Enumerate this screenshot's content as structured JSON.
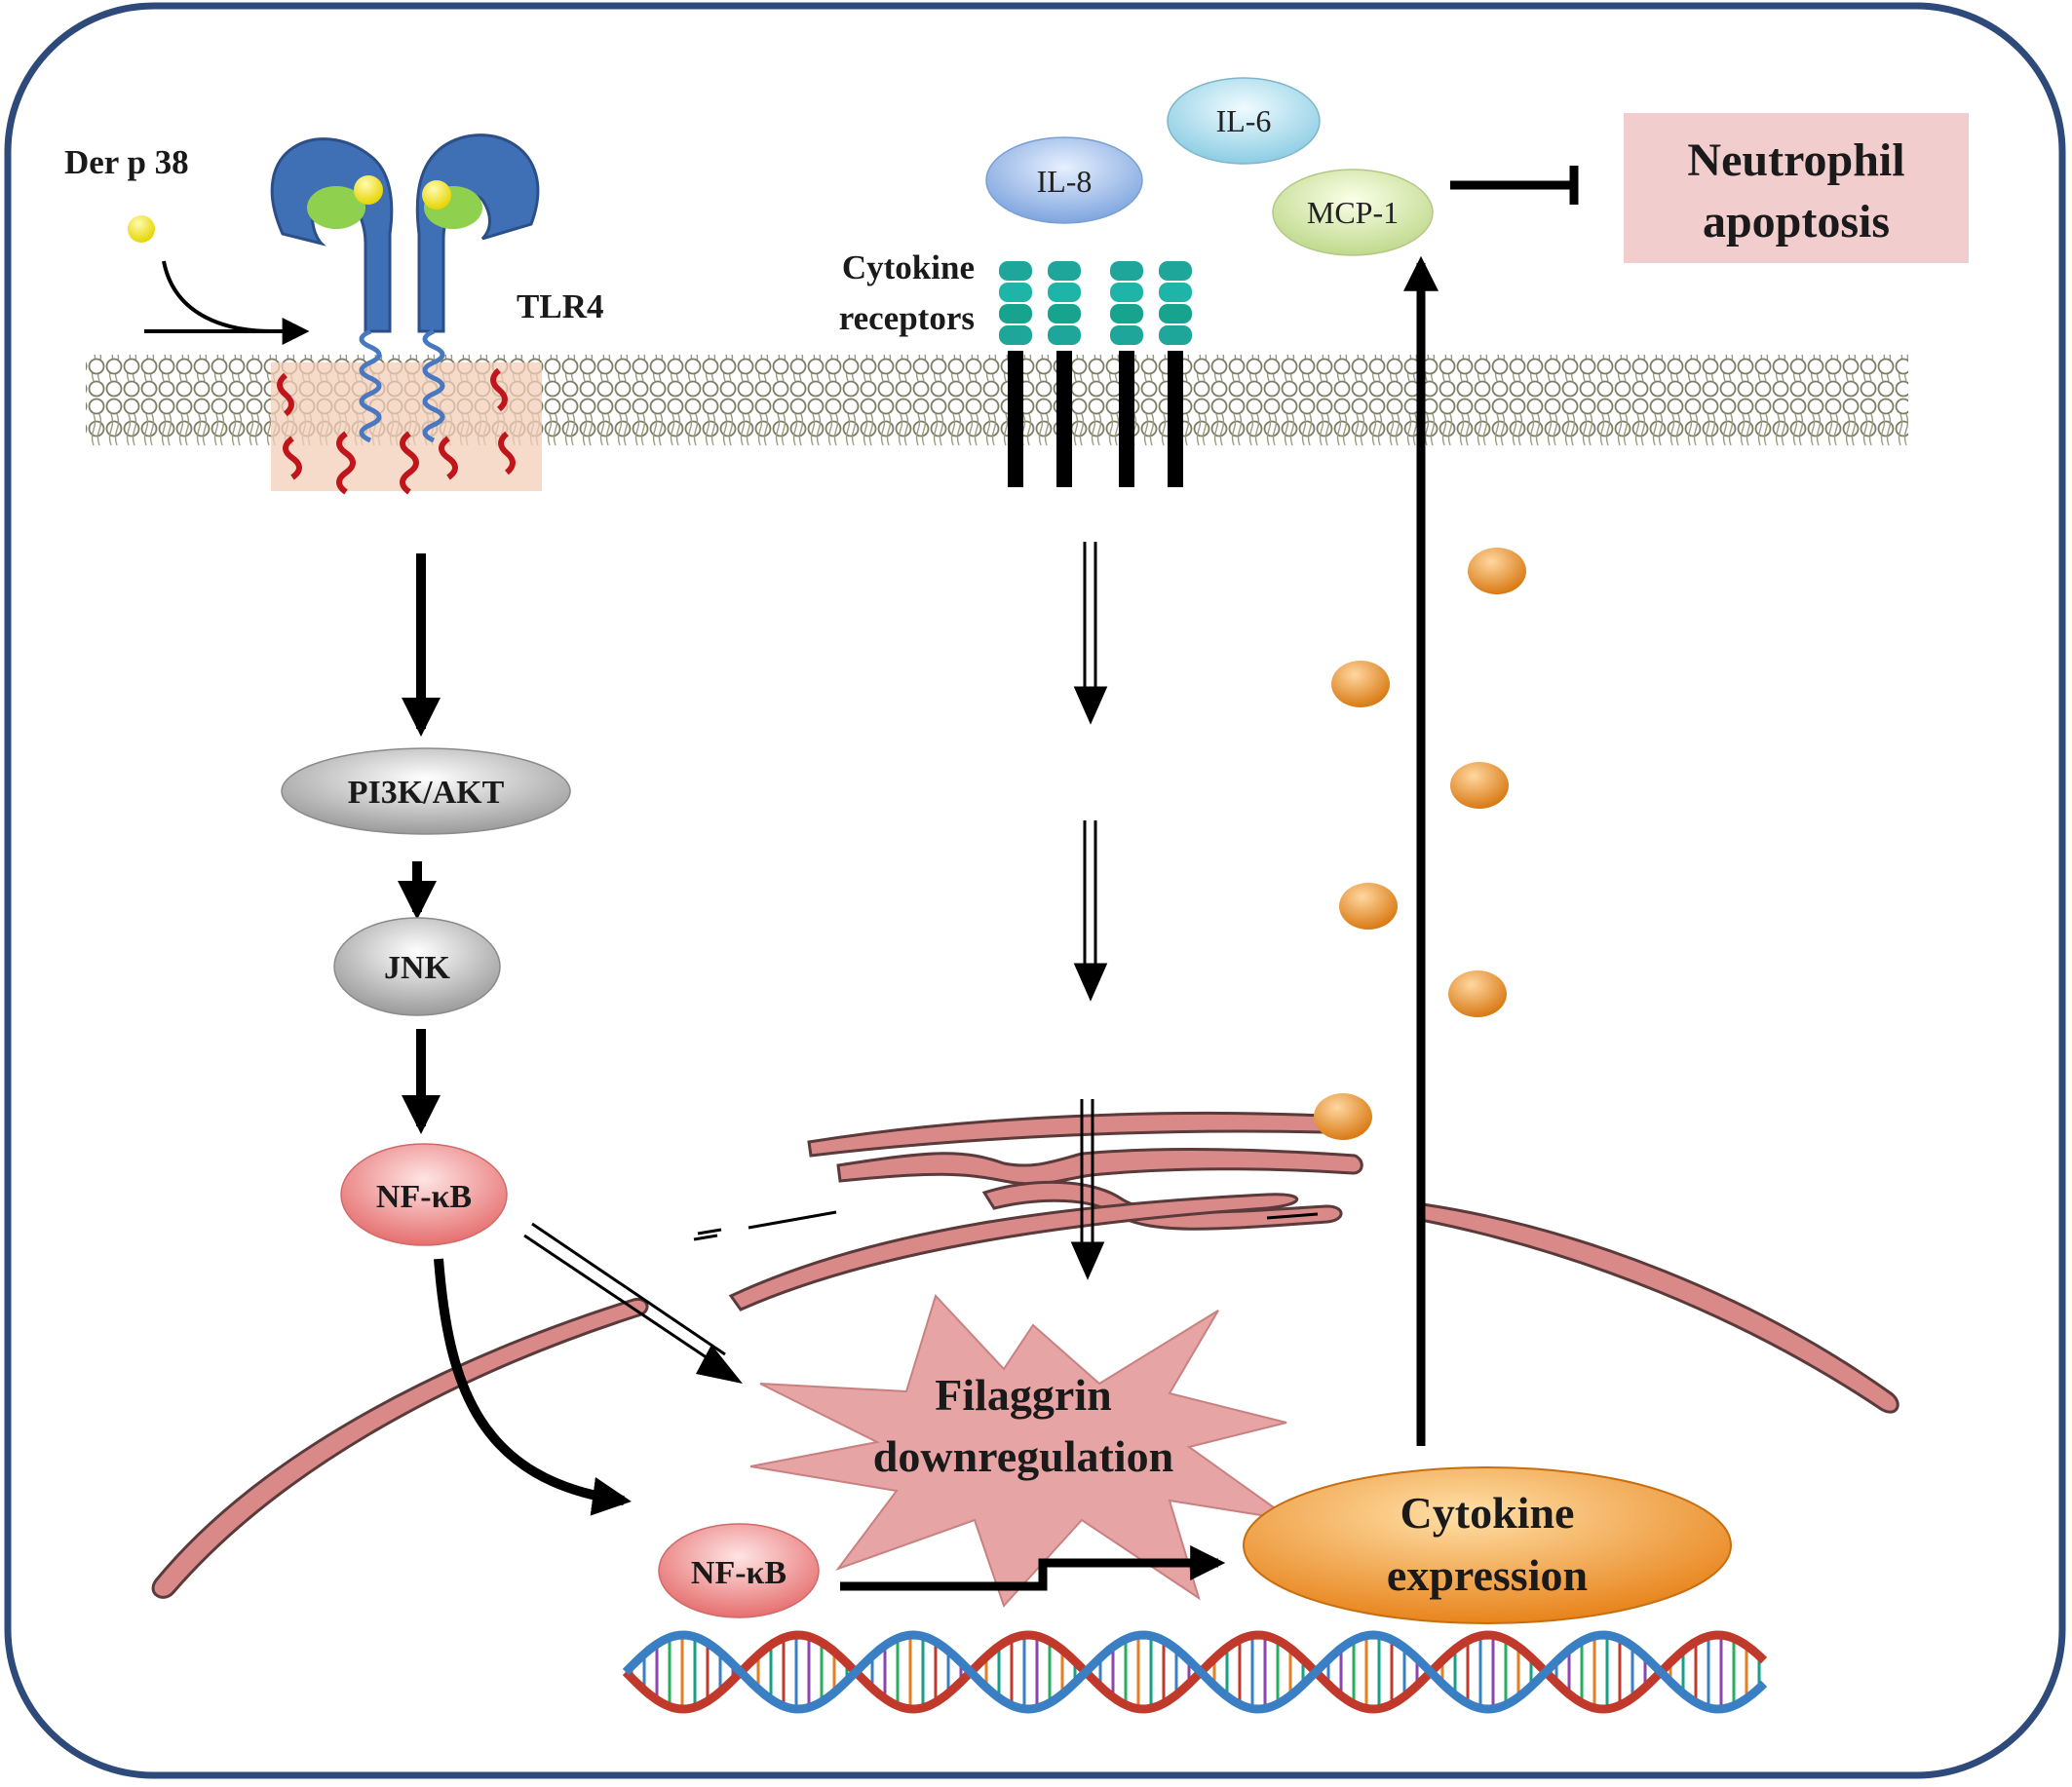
{
  "labels": {
    "der_p38": "Der p 38",
    "tlr4": "TLR4",
    "cytokine_receptors_line1": "Cytokine",
    "cytokine_receptors_line2": "receptors",
    "il6": "IL-6",
    "il8": "IL-8",
    "mcp1": "MCP-1",
    "neutrophil_line1": "Neutrophil",
    "neutrophil_line2": "apoptosis",
    "pi3k_akt": "PI3K/AKT",
    "jnk": "JNK",
    "nfkb_cytoplasm": "NF-κB",
    "nfkb_nucleus": "NF-κB",
    "filaggrin_line1": "Filaggrin",
    "filaggrin_line2": "downregulation",
    "cytokine_expression_line1": "Cytokine",
    "cytokine_expression_line2": "expression"
  },
  "colors": {
    "frame": "#2e4a7a",
    "tlr4_blue": "#3f6fb5",
    "ligand_yellow": "#f2e600",
    "coreceptor_green": "#8fd14f",
    "receptor_teal": "#1fa69a",
    "membrane_pink": "#f3cdb8",
    "er_pink": "#d98a88",
    "vesicle_orange": "#f09a2e",
    "neutrophil_box": "#f2cdcd",
    "starburst": "#e7a4a4",
    "nfkb_red": "#f08c8c",
    "cytokine_oval": "#f4a43a",
    "dna_red": "#c0392b",
    "dna_blue": "#3a7fc4"
  }
}
